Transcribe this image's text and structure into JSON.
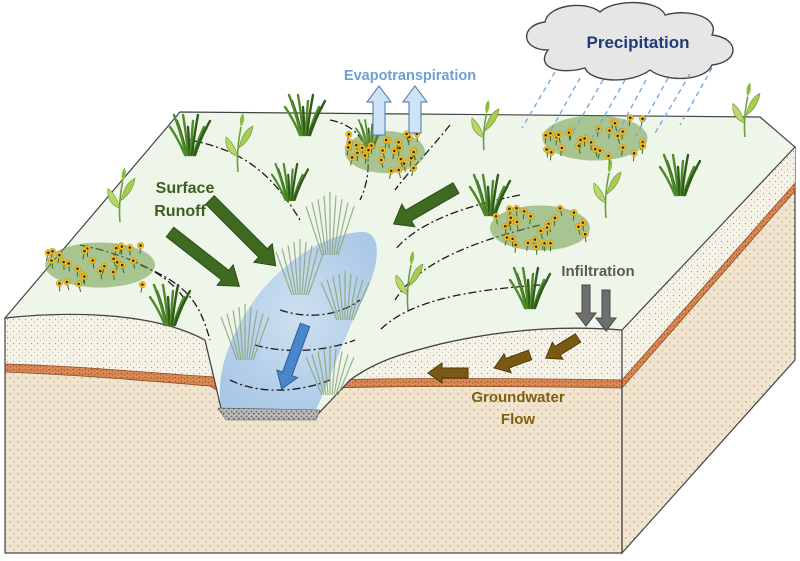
{
  "labels": {
    "precipitation": "Precipitation",
    "evapotranspiration": "Evapotranspiration",
    "surface_runoff_line1": "Surface",
    "surface_runoff_line2": "Runoff",
    "infiltration": "Infiltration",
    "groundwater_line1": "Groundwater",
    "groundwater_line2": "Flow"
  },
  "colors": {
    "surface": "#eef6ea",
    "upper_soil": "#f4f1e6",
    "lower_soil": "#f1e6d2",
    "clay_band": "#c96d3a",
    "runoff_arrow": "#3f6a22",
    "runoff_text": "#3b5e1e",
    "evapo_arrow": "#cfe3f6",
    "evapo_text": "#6e9fd2",
    "precip_text": "#1f3b7a",
    "rain": "#6aa7df",
    "infiltration_arrow": "#6f6f6f",
    "infiltration_text": "#5b5b5b",
    "groundwater_arrow": "#7a5a12",
    "groundwater_text": "#806010",
    "swale_water": "#a9c8ea",
    "flow_arrow": "#4a86cc"
  },
  "icons": [
    "cloud-icon",
    "grass-clump-icon",
    "wildflower-patch-icon",
    "sapling-icon",
    "flow-arrow-icon"
  ]
}
